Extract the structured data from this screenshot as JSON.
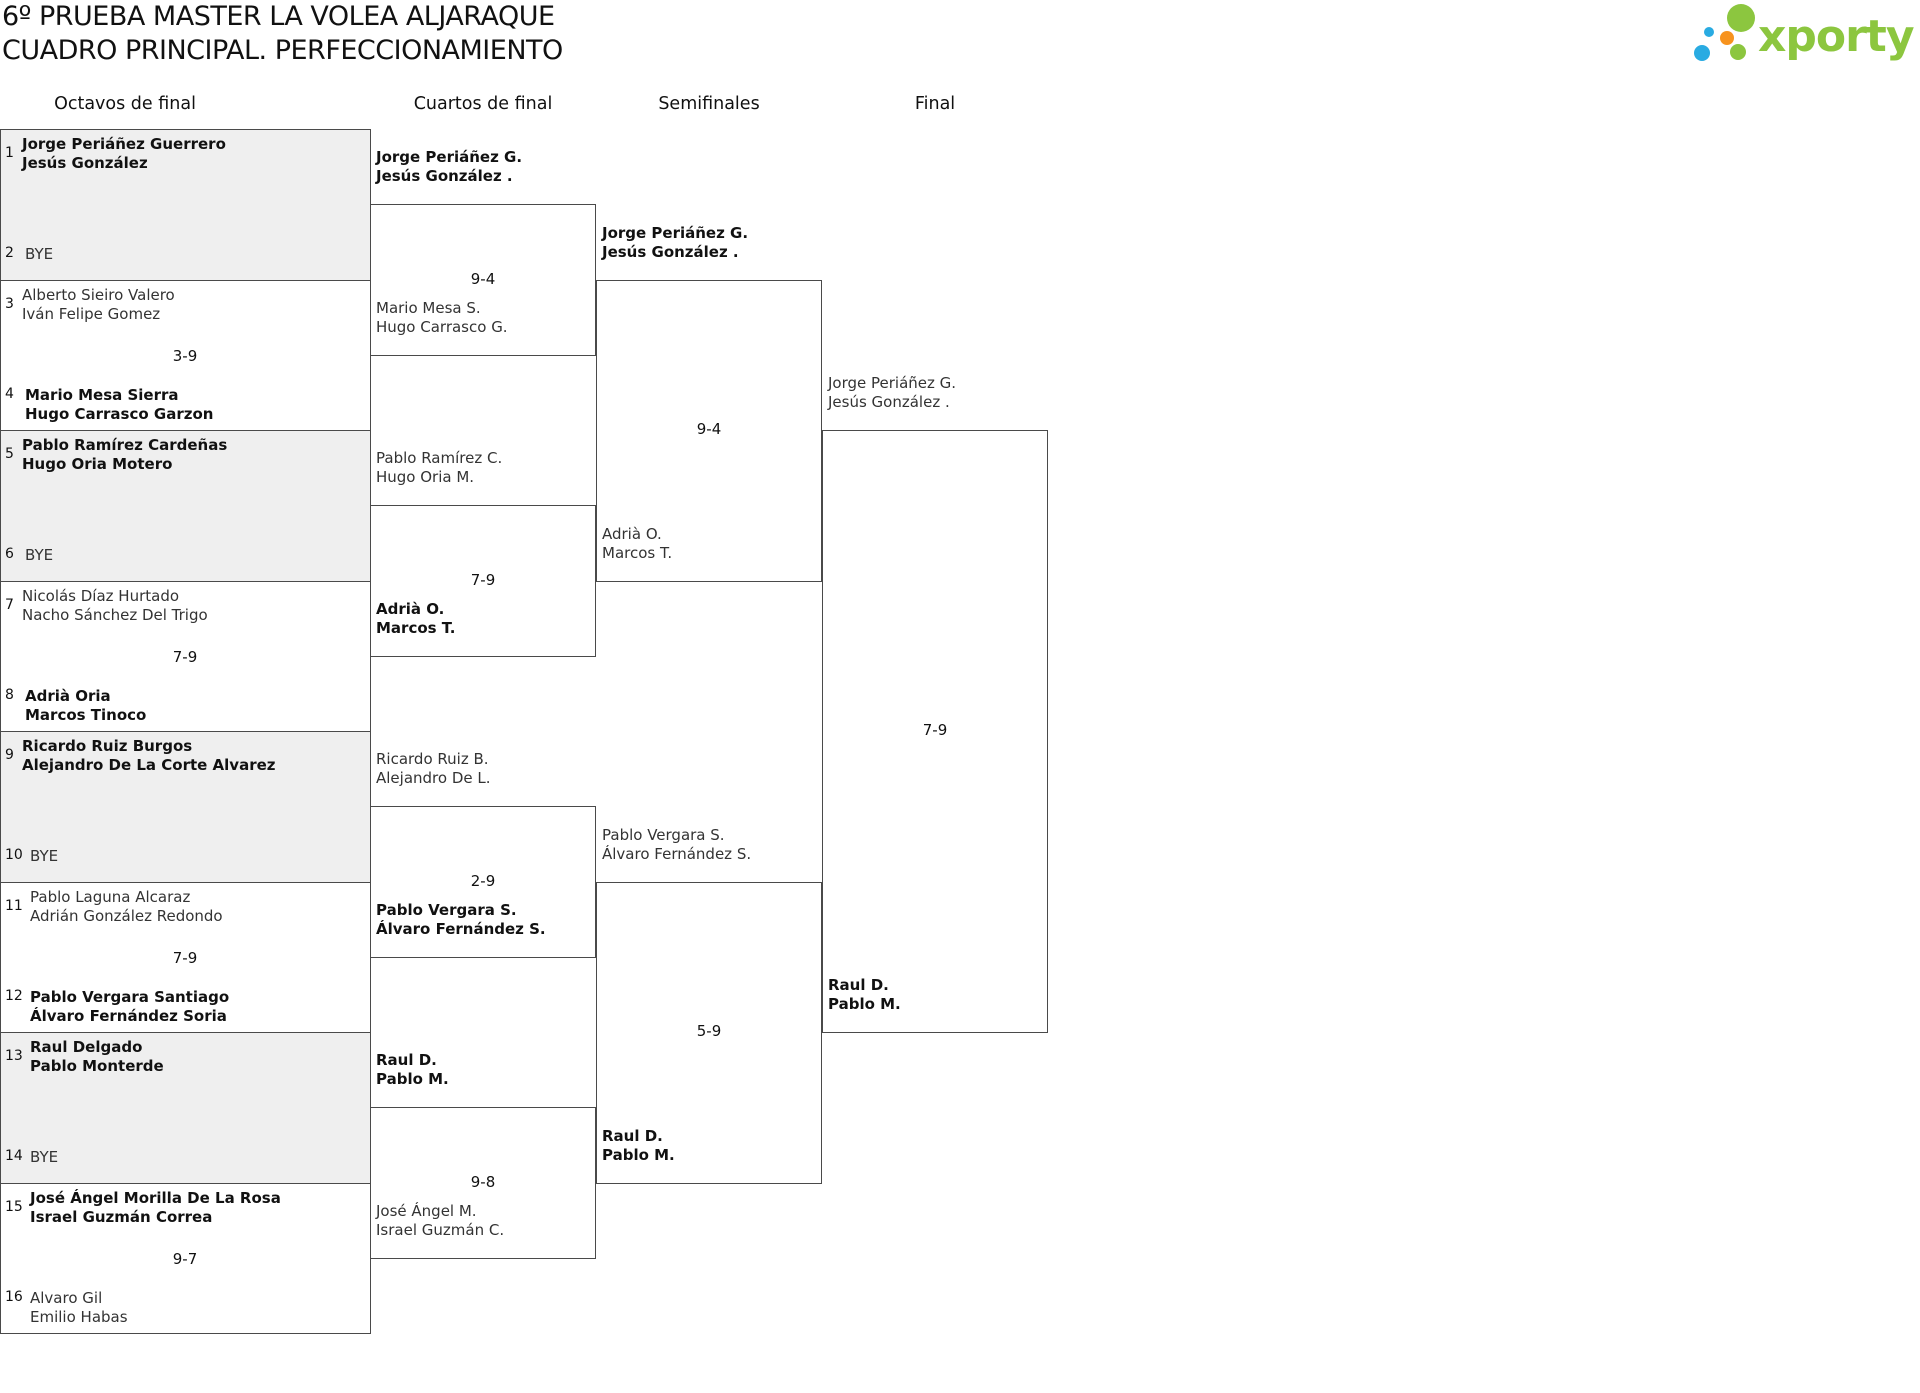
{
  "header": {
    "title_line1": "6º PRUEBA MASTER LA VOLEA ALJARAQUE",
    "title_line2": "CUADRO PRINCIPAL. PERFECCIONAMIENTO",
    "logo_text": "xporty",
    "logo_colors": [
      "#8cc63f",
      "#29abe2",
      "#f7931e"
    ]
  },
  "rounds": [
    "Octavos de final",
    "Cuartos de final",
    "Semifinales",
    "Final"
  ],
  "octavos": [
    {
      "seed_a": "1",
      "a": [
        "Jorge Periáñez Guerrero",
        "Jesús González"
      ],
      "seed_b": "2",
      "b": [
        "BYE"
      ],
      "score": "",
      "winner": "a"
    },
    {
      "seed_a": "3",
      "a": [
        "Alberto Sieiro Valero",
        "Iván Felipe Gomez"
      ],
      "seed_b": "4",
      "b": [
        "Mario Mesa Sierra",
        "Hugo Carrasco Garzon"
      ],
      "score": "3-9",
      "winner": "b"
    },
    {
      "seed_a": "5",
      "a": [
        "Pablo Ramírez Cardeñas",
        "Hugo Oria Motero"
      ],
      "seed_b": "6",
      "b": [
        "BYE"
      ],
      "score": "",
      "winner": "a"
    },
    {
      "seed_a": "7",
      "a": [
        "Nicolás Díaz Hurtado",
        "Nacho Sánchez Del Trigo"
      ],
      "seed_b": "8",
      "b": [
        "Adrià Oria",
        "Marcos Tinoco"
      ],
      "score": "7-9",
      "winner": "b"
    },
    {
      "seed_a": "9",
      "a": [
        "Ricardo Ruiz Burgos",
        "Alejandro De La Corte Alvarez"
      ],
      "seed_b": "10",
      "b": [
        "BYE"
      ],
      "score": "",
      "winner": "a"
    },
    {
      "seed_a": "11",
      "a": [
        "Pablo Laguna Alcaraz",
        "Adrián González Redondo"
      ],
      "seed_b": "12",
      "b": [
        "Pablo Vergara Santiago",
        "Álvaro Fernández Soria"
      ],
      "score": "7-9",
      "winner": "b"
    },
    {
      "seed_a": "13",
      "a": [
        "Raul Delgado",
        "Pablo Monterde"
      ],
      "seed_b": "14",
      "b": [
        "BYE"
      ],
      "score": "",
      "winner": "a"
    },
    {
      "seed_a": "15",
      "a": [
        "José Ángel Morilla De La Rosa",
        "Israel Guzmán Correa"
      ],
      "seed_b": "16",
      "b": [
        "Alvaro Gil",
        "Emilio Habas"
      ],
      "score": "9-7",
      "winner": "a"
    }
  ],
  "cuartos": [
    {
      "a": [
        "Jorge Periáñez G.",
        "Jesús González ."
      ],
      "b": [
        "Mario Mesa S.",
        "Hugo Carrasco G."
      ],
      "score": "9-4",
      "winner": "a"
    },
    {
      "a": [
        "Pablo Ramírez C.",
        "Hugo Oria M."
      ],
      "b": [
        "Adrià O.",
        "Marcos T."
      ],
      "score": "7-9",
      "winner": "b"
    },
    {
      "a": [
        "Ricardo Ruiz B.",
        "Alejandro De L."
      ],
      "b": [
        "Pablo Vergara S.",
        "Álvaro Fernández S."
      ],
      "score": "2-9",
      "winner": "b"
    },
    {
      "a": [
        "Raul D.",
        "Pablo M."
      ],
      "b": [
        "José Ángel M.",
        "Israel Guzmán C."
      ],
      "score": "9-8",
      "winner": "a"
    }
  ],
  "semis": [
    {
      "a": [
        "Jorge Periáñez G.",
        "Jesús González ."
      ],
      "b": [
        "Adrià O.",
        "Marcos T."
      ],
      "score": "9-4",
      "winner": "a"
    },
    {
      "a": [
        "Pablo Vergara S.",
        "Álvaro Fernández S."
      ],
      "b": [
        "Raul D.",
        "Pablo M."
      ],
      "score": "5-9",
      "winner": "b"
    }
  ],
  "final": [
    {
      "a": [
        "Jorge Periáñez G.",
        "Jesús González ."
      ],
      "b": [
        "Raul D.",
        "Pablo M."
      ],
      "score": "7-9",
      "winner": "b"
    }
  ]
}
